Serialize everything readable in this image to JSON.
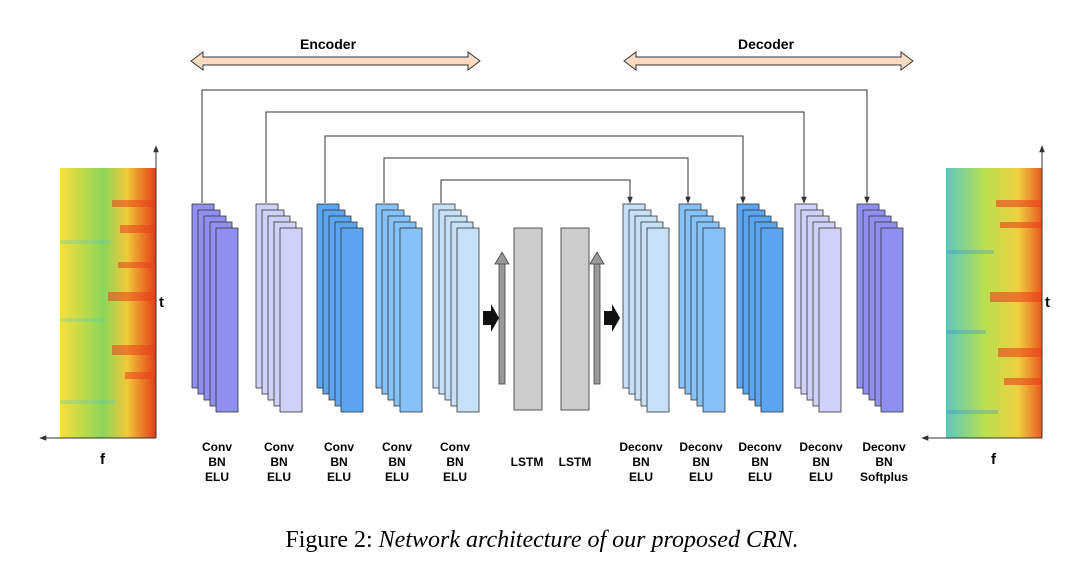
{
  "encoder_label": "Encoder",
  "decoder_label": "Decoder",
  "input_spec": {
    "t_label": "t",
    "f_label": "f"
  },
  "output_spec": {
    "t_label": "t",
    "f_label": "f"
  },
  "blocks": [
    {
      "lines": [
        "Conv",
        "BN",
        "ELU"
      ],
      "color": "#8f8ff0"
    },
    {
      "lines": [
        "Conv",
        "BN",
        "ELU"
      ],
      "color": "#d0d0f8"
    },
    {
      "lines": [
        "Conv",
        "BN",
        "ELU"
      ],
      "color": "#5aa4f0"
    },
    {
      "lines": [
        "Conv",
        "BN",
        "ELU"
      ],
      "color": "#86c2f8"
    },
    {
      "lines": [
        "Conv",
        "BN",
        "ELU"
      ],
      "color": "#c6e0f8"
    },
    {
      "lines": [
        "LSTM"
      ],
      "color": "#cccccc"
    },
    {
      "lines": [
        "LSTM"
      ],
      "color": "#cccccc"
    },
    {
      "lines": [
        "Deconv",
        "BN",
        "ELU"
      ],
      "color": "#c6e0f8"
    },
    {
      "lines": [
        "Deconv",
        "BN",
        "ELU"
      ],
      "color": "#86c2f8"
    },
    {
      "lines": [
        "Deconv",
        "BN",
        "ELU"
      ],
      "color": "#5aa4f0"
    },
    {
      "lines": [
        "Deconv",
        "BN",
        "ELU"
      ],
      "color": "#d0d0f8"
    },
    {
      "lines": [
        "Deconv",
        "BN",
        "Softplus"
      ],
      "color": "#8f8ff0"
    }
  ],
  "caption": {
    "prefix": "Figure 2: ",
    "text": "Network architecture of our proposed CRN."
  }
}
